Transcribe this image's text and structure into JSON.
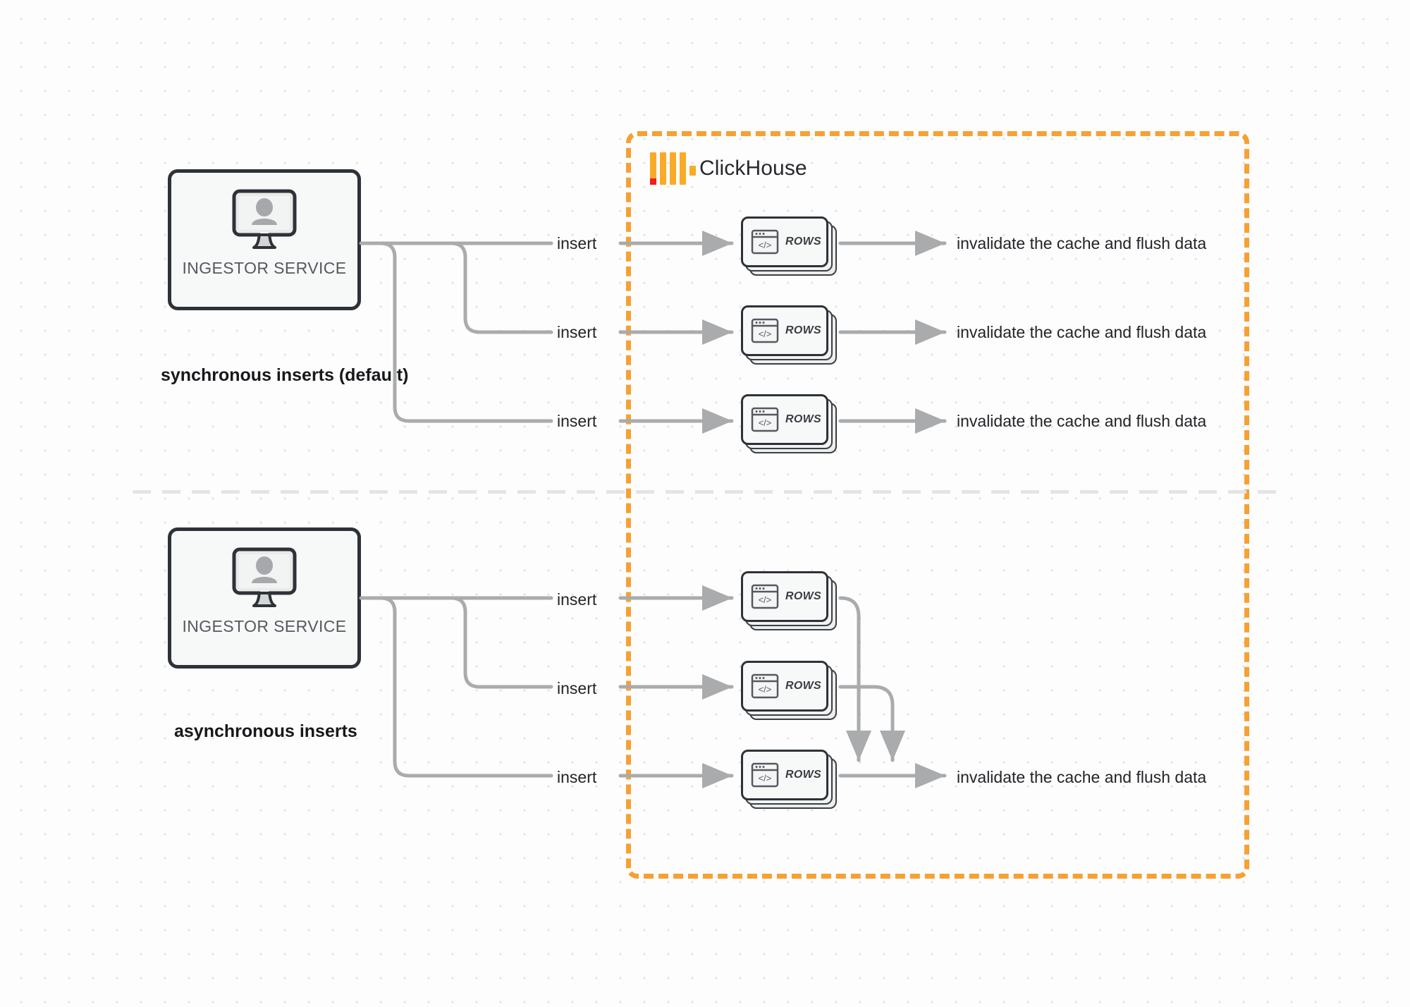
{
  "diagram": {
    "title_hidden": "",
    "boundary": {
      "name": "ClickHouse",
      "color": "#f7a033",
      "style": "dashed"
    },
    "brand": {
      "wordmark": "ClickHouse",
      "logo_icon": "clickhouse-logo",
      "bar_color": "#faaa28",
      "accent_color": "#f01e1e"
    },
    "sections": [
      {
        "id": "sync",
        "label": "synchronous inserts (default)",
        "source": {
          "label": "INGESTOR SERVICE",
          "icon": "monitor-user-icon"
        },
        "flows": [
          {
            "edge_label": "insert",
            "node_label": "ROWS",
            "node_icon": "code-window-icon",
            "result_label": "invalidate the cache and flush data"
          },
          {
            "edge_label": "insert",
            "node_label": "ROWS",
            "node_icon": "code-window-icon",
            "result_label": "invalidate the cache and flush data"
          },
          {
            "edge_label": "insert",
            "node_label": "ROWS",
            "node_icon": "code-window-icon",
            "result_label": "invalidate the cache and flush data"
          }
        ]
      },
      {
        "id": "async",
        "label": "asynchronous inserts",
        "source": {
          "label": "INGESTOR SERVICE",
          "icon": "monitor-user-icon"
        },
        "flows": [
          {
            "edge_label": "insert",
            "node_label": "ROWS",
            "node_icon": "code-window-icon",
            "result_label": ""
          },
          {
            "edge_label": "insert",
            "node_label": "ROWS",
            "node_icon": "code-window-icon",
            "result_label": ""
          },
          {
            "edge_label": "insert",
            "node_label": "ROWS",
            "node_icon": "code-window-icon",
            "result_label": "invalidate the cache and flush data"
          }
        ]
      }
    ],
    "colors": {
      "wire": "#a9abad",
      "node_border": "#2e3238",
      "node_fill": "#f7f8f8",
      "text": "#222428",
      "muted_text": "#55595f",
      "divider": "#e4e4e4"
    }
  }
}
